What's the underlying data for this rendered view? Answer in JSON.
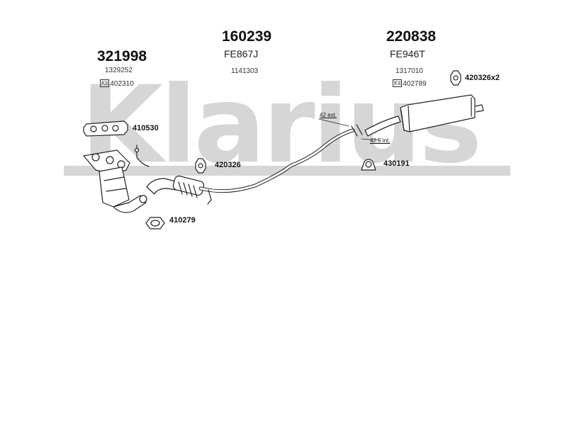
{
  "watermark": "Klarius",
  "groups": [
    {
      "number": "321998",
      "oe_number": "1329252",
      "kit_label": "Kit",
      "kit_number": "402310"
    },
    {
      "number": "160239",
      "reference": "FE867J",
      "oe_number": "1141303"
    },
    {
      "number": "220838",
      "reference": "FE946T",
      "oe_number": "1317010",
      "kit_label": "Kit",
      "kit_number": "402789"
    }
  ],
  "parts": {
    "gasket_manifold": "410530",
    "rubber_mount_mid": "420326",
    "gasket_flange": "410279",
    "rubber_mount_rear": "420326x2",
    "clamp": "430191"
  },
  "dimensions": {
    "external": "42 ext.",
    "internal": "42.5 int."
  },
  "colors": {
    "watermark": "#d6d6d6",
    "line": "#222222",
    "fill": "#ffffff"
  }
}
